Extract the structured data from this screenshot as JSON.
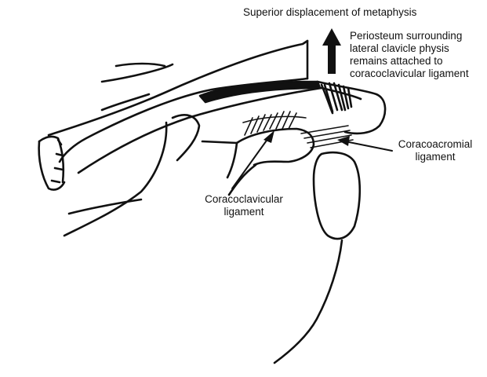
{
  "labels": {
    "superior_displacement": "Superior displacement of metaphysis",
    "periosteum_line1": "Periosteum surrounding",
    "periosteum_line2": "lateral clavicle physis",
    "periosteum_line3": "remains attached to",
    "periosteum_line4": "coracoclavicular ligament",
    "coracoacromial_line1": "Coracoacromial",
    "coracoacromial_line2": "ligament",
    "coracoclavicular_line1": "Coracoclavicular",
    "coracoclavicular_line2": "ligament"
  },
  "colors": {
    "ink": "#111111",
    "background": "#ffffff"
  }
}
